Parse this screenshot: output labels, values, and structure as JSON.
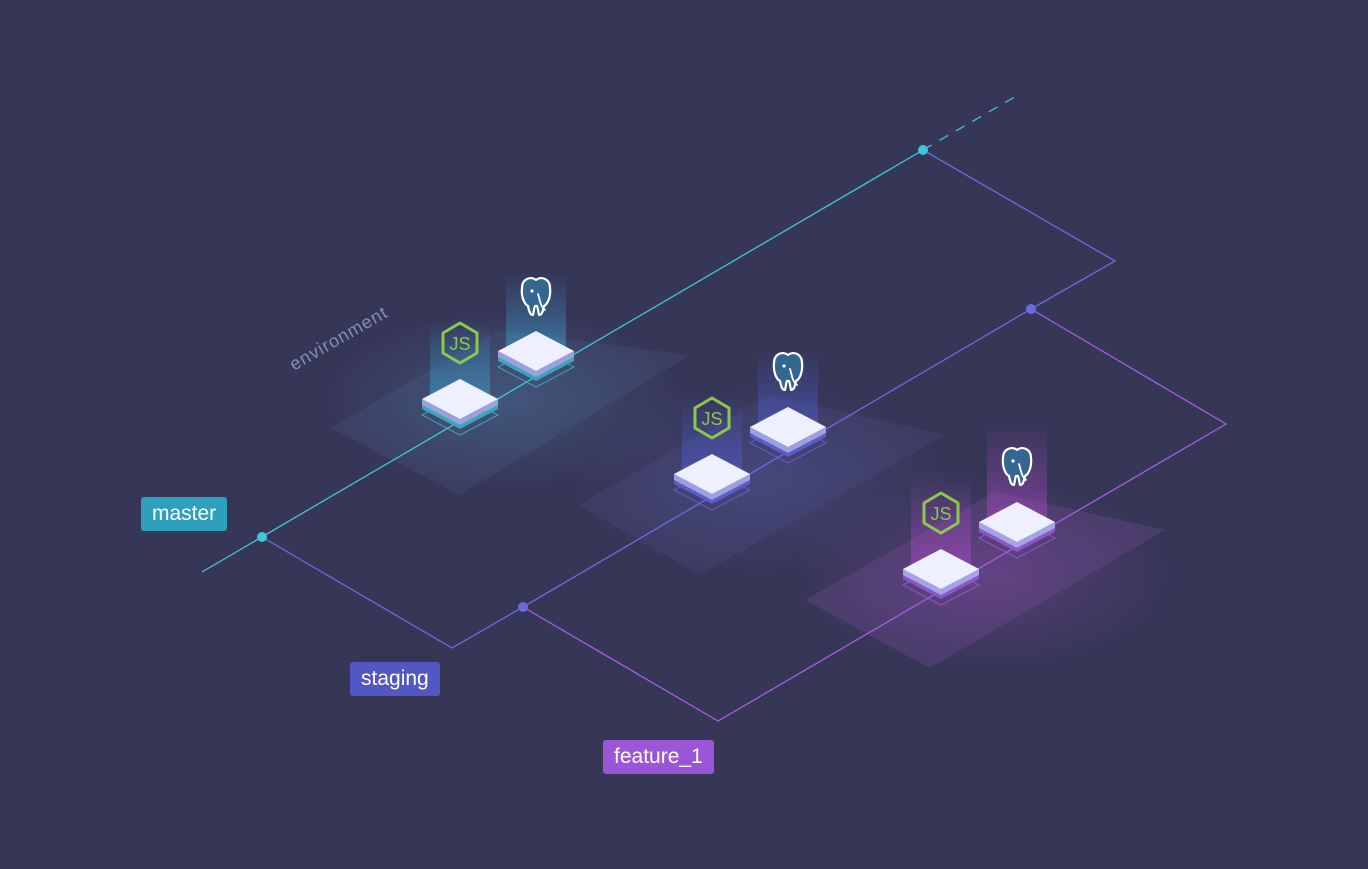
{
  "labels": {
    "environment": "environment",
    "branches": [
      {
        "id": "master",
        "text": "master",
        "color": "#2e9fbd"
      },
      {
        "id": "staging",
        "text": "staging",
        "color": "#5357c4"
      },
      {
        "id": "feature",
        "text": "feature_1",
        "color": "#9c55d6"
      }
    ]
  },
  "colors": {
    "background": "#363657",
    "master_line": "#3fc6d6",
    "staging_line": "#6b6be0",
    "feature_line": "#a45fe0",
    "node_logo": "#8cc84b"
  },
  "environments": [
    {
      "branch": "master",
      "services": [
        "nodejs-icon",
        "postgresql-icon"
      ]
    },
    {
      "branch": "staging",
      "services": [
        "nodejs-icon",
        "postgresql-icon"
      ]
    },
    {
      "branch": "feature_1",
      "services": [
        "nodejs-icon",
        "postgresql-icon"
      ]
    }
  ]
}
